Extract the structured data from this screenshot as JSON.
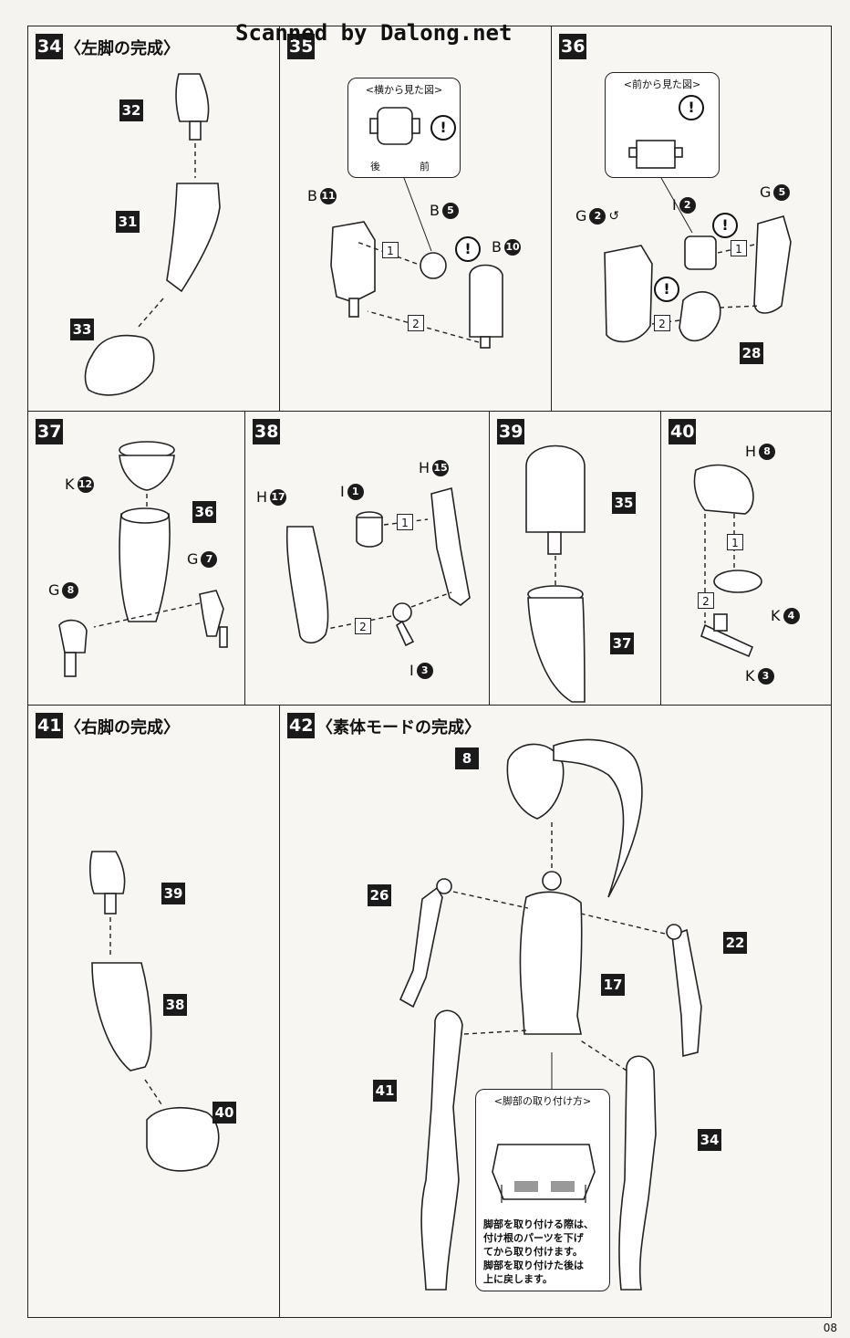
{
  "header": {
    "scan_credit": "Scanned by Dalong.net"
  },
  "page": {
    "number": "08"
  },
  "steps": {
    "s34": {
      "num": "34",
      "title": "〈左脚の完成〉",
      "tags": [
        "32",
        "31",
        "33"
      ]
    },
    "s35": {
      "num": "35",
      "inset_title": "<横から見た図>",
      "inset_back": "後",
      "inset_front": "前",
      "parts": [
        {
          "letter": "B",
          "num": "11"
        },
        {
          "letter": "B",
          "num": "5"
        },
        {
          "letter": "B",
          "num": "10"
        }
      ],
      "seq": [
        "1",
        "2"
      ]
    },
    "s36": {
      "num": "36",
      "inset_title": "<前から見た図>",
      "parts": [
        {
          "letter": "G",
          "num": "2"
        },
        {
          "letter": "I",
          "num": "2"
        },
        {
          "letter": "G",
          "num": "5"
        }
      ],
      "seq": [
        "1",
        "2"
      ],
      "tag": "28"
    },
    "s37": {
      "num": "37",
      "parts": [
        {
          "letter": "K",
          "num": "12"
        },
        {
          "letter": "G",
          "num": "7"
        },
        {
          "letter": "G",
          "num": "8"
        }
      ],
      "tag": "36"
    },
    "s38": {
      "num": "38",
      "parts": [
        {
          "letter": "H",
          "num": "17"
        },
        {
          "letter": "I",
          "num": "1"
        },
        {
          "letter": "H",
          "num": "15"
        },
        {
          "letter": "I",
          "num": "3"
        }
      ],
      "seq": [
        "1",
        "2"
      ]
    },
    "s39": {
      "num": "39",
      "tags": [
        "35",
        "37"
      ]
    },
    "s40": {
      "num": "40",
      "parts": [
        {
          "letter": "H",
          "num": "8"
        },
        {
          "letter": "K",
          "num": "4"
        },
        {
          "letter": "K",
          "num": "3"
        }
      ],
      "seq": [
        "1",
        "2"
      ]
    },
    "s41": {
      "num": "41",
      "title": "〈右脚の完成〉",
      "tags": [
        "39",
        "38",
        "40"
      ]
    },
    "s42": {
      "num": "42",
      "title": "〈素体モードの完成〉",
      "tags": [
        "8",
        "26",
        "22",
        "17",
        "41",
        "34"
      ],
      "inset_title": "<脚部の取り付け方>",
      "note": [
        "脚部を取り付ける際は、",
        "付け根のパーツを下げ",
        "てから取り付けます。",
        "脚部を取り付けた後は",
        "上に戻します。"
      ]
    }
  },
  "colors": {
    "ink": "#1b1b1b",
    "paper": "#f7f6f3"
  }
}
